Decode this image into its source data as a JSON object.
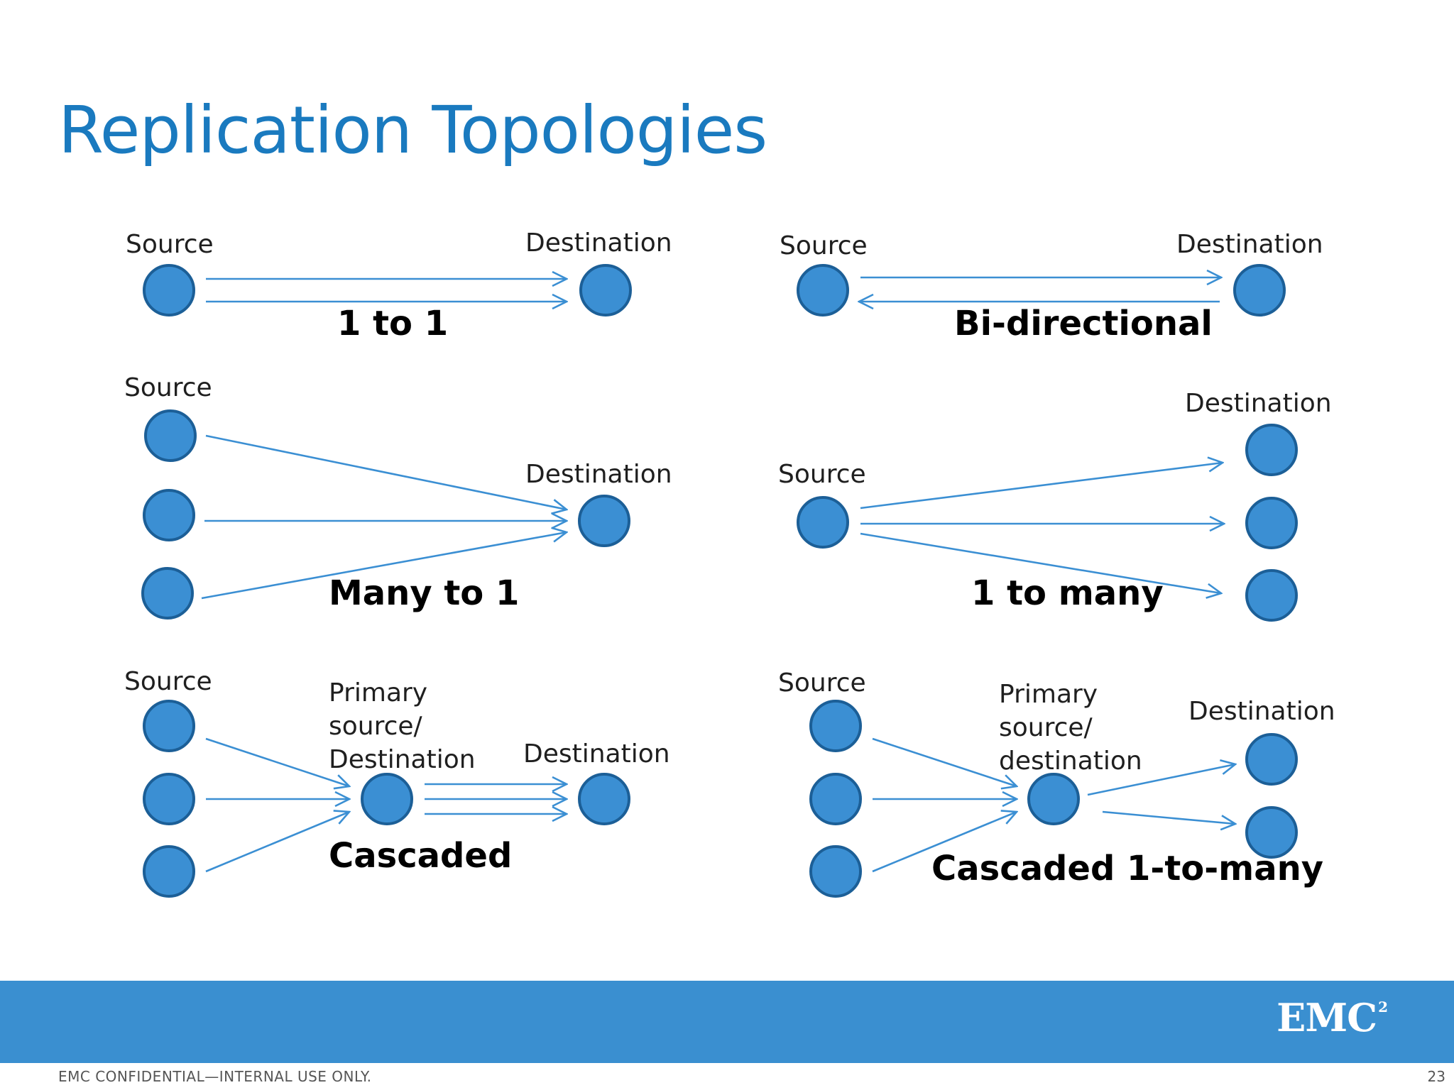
{
  "title": "Replication Topologies",
  "colors": {
    "title": "#1a7abf",
    "node": "#3b8fd3",
    "arrow": "#3b8fd3",
    "band": "#3a8fd0"
  },
  "panels": {
    "one_to_one": {
      "source": "Source",
      "destination": "Destination",
      "caption": "1 to 1"
    },
    "bidirectional": {
      "source": "Source",
      "destination": "Destination",
      "caption": "Bi-directional"
    },
    "many_to_one": {
      "source": "Source",
      "destination": "Destination",
      "caption": "Many to 1"
    },
    "one_to_many": {
      "source": "Source",
      "destination": "Destination",
      "caption": "1 to many"
    },
    "cascaded": {
      "source": "Source",
      "primary_lines": [
        "Primary",
        "source/",
        "Destination"
      ],
      "destination": "Destination",
      "caption": "Cascaded"
    },
    "cascaded_one_to_many": {
      "source": "Source",
      "primary_lines": [
        "Primary",
        "source/",
        "destination"
      ],
      "destination": "Destination",
      "caption": "Cascaded 1-to-many"
    }
  },
  "footer": {
    "logo": "EMC",
    "logo_superscript": "2",
    "confidential": "EMC CONFIDENTIAL—INTERNAL USE ONLY.",
    "page_number": "23"
  }
}
